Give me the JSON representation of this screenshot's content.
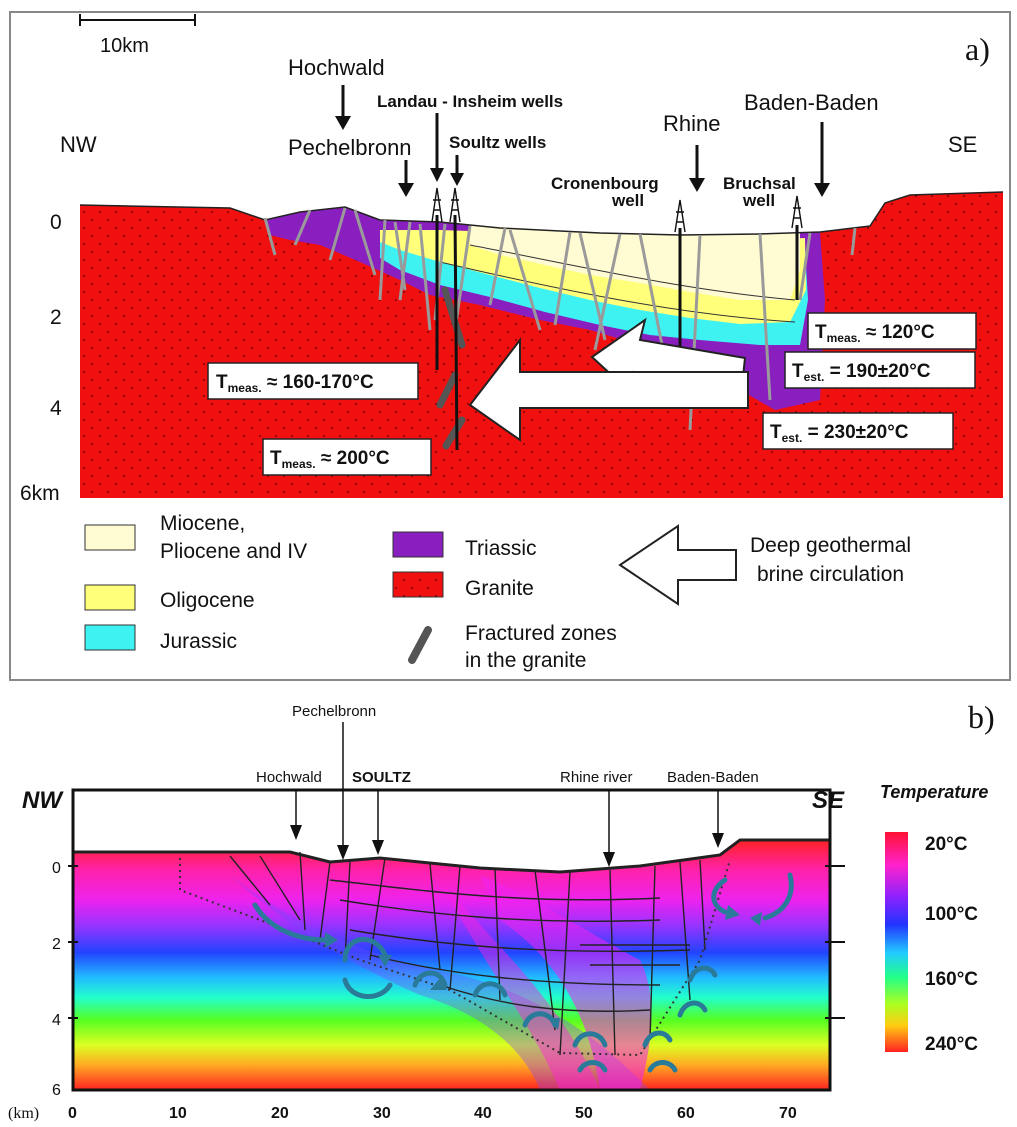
{
  "panel_a": {
    "label": "a)",
    "scale_bar": "10km",
    "nw": "NW",
    "se": "SE",
    "depth_ticks": [
      "0",
      "2",
      "4",
      "6km"
    ],
    "places": {
      "hochwald": "Hochwald",
      "pechelbronn": "Pechelbronn",
      "landau": "Landau - Insheim wells",
      "soultz": "Soultz wells",
      "cronenbourg_1": "Cronenbourg",
      "cronenbourg_2": "well",
      "rhine": "Rhine",
      "bruchsal_1": "Bruchsal",
      "bruchsal_2": "well",
      "baden": "Baden-Baden"
    },
    "temps": {
      "t1_main": "T",
      "t1_sub": "meas.",
      "t1_val": " ≈ 160-170°C",
      "t2_main": "T",
      "t2_sub": "meas.",
      "t2_val": " ≈ 200°C",
      "t3_main": "T",
      "t3_sub": "meas.",
      "t3_val": " ≈ 120°C",
      "t4_main": "T",
      "t4_sub": "est.",
      "t4_val": " = 190±20°C",
      "t5_main": "T",
      "t5_sub": "est.",
      "t5_val": " = 230±20°C"
    },
    "legend": {
      "miocene_1": "Miocene,",
      "miocene_2": "Pliocene and IV",
      "oligocene": "Oligocene",
      "jurassic": "Jurassic",
      "triassic": "Triassic",
      "granite": "Granite",
      "fractured_1": "Fractured zones",
      "fractured_2": "in the granite",
      "brine_1": "Deep geothermal",
      "brine_2": "brine circulation"
    },
    "colors": {
      "miocene": "#fffbd2",
      "oligocene": "#ffff7a",
      "jurassic": "#3ff2f2",
      "triassic": "#8a1fc0",
      "granite": "#f01010",
      "fault": "#9a9a9a"
    }
  },
  "panel_b": {
    "label": "b)",
    "nw": "NW",
    "se": "SE",
    "places": {
      "pechelbronn": "Pechelbronn",
      "hochwald": "Hochwald",
      "soultz": "SOULTZ",
      "rhine": "Rhine river",
      "baden": "Baden-Baden"
    },
    "x_ticks": [
      "0",
      "10",
      "20",
      "30",
      "40",
      "50",
      "60",
      "70"
    ],
    "y_ticks": [
      "0",
      "2",
      "4",
      "6"
    ],
    "x_unit": "(km)",
    "colorbar": {
      "title": "Temperature",
      "labels": [
        "20°C",
        "100°C",
        "160°C",
        "240°C"
      ]
    }
  }
}
